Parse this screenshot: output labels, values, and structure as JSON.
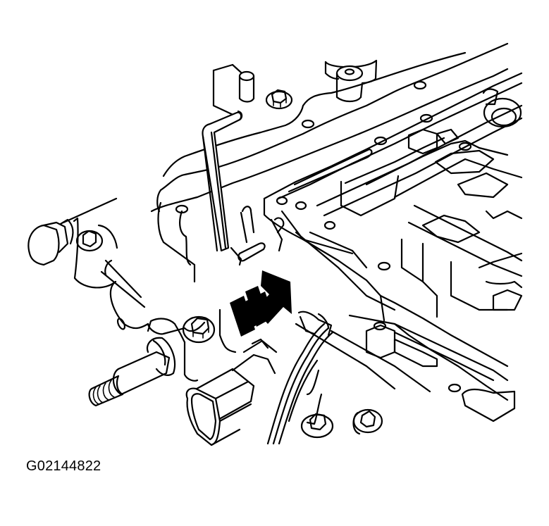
{
  "figure": {
    "caption": "G02144822",
    "description": "Line drawing of transmission valve body with hex wrench tool inserted and directional arrow",
    "colors": {
      "line": "#000000",
      "background": "#ffffff"
    },
    "components": [
      "valve-body",
      "transmission-case-flange",
      "hex-wrench-tool",
      "direction-arrow",
      "wire-harness",
      "electrical-connector",
      "shaft-with-threaded-end",
      "hex-bolts"
    ]
  }
}
